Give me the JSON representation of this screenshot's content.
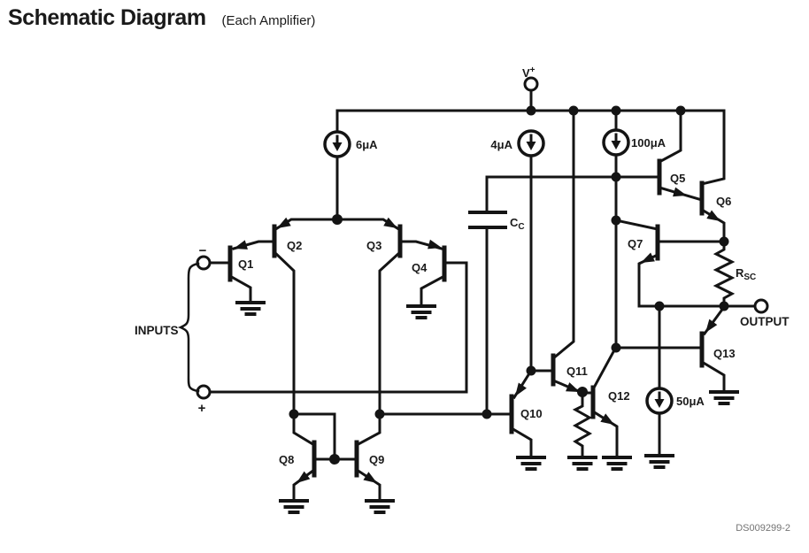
{
  "title": {
    "main": "Schematic Diagram",
    "sub": "(Each Amplifier)"
  },
  "power": {
    "vplus": "V",
    "vplus_sup": "+"
  },
  "current_sources": [
    {
      "label": "6μA"
    },
    {
      "label": "4μA"
    },
    {
      "label": "100μA"
    },
    {
      "label": "50μA"
    }
  ],
  "transistors": [
    {
      "label": "Q1"
    },
    {
      "label": "Q2"
    },
    {
      "label": "Q3"
    },
    {
      "label": "Q4"
    },
    {
      "label": "Q5"
    },
    {
      "label": "Q6"
    },
    {
      "label": "Q7"
    },
    {
      "label": "Q8"
    },
    {
      "label": "Q9"
    },
    {
      "label": "Q10"
    },
    {
      "label": "Q11"
    },
    {
      "label": "Q12"
    },
    {
      "label": "Q13"
    }
  ],
  "components": {
    "cap": "C",
    "cap_sub": "C",
    "res": "R",
    "res_sub": "SC"
  },
  "terminals": {
    "inputs_label": "INPUTS",
    "minus": "−",
    "plus": "+",
    "output": "OUTPUT"
  },
  "footer": {
    "doc_code": "DS009299-2"
  },
  "colors": {
    "ink": "#141414",
    "doc_code": "#737373"
  }
}
